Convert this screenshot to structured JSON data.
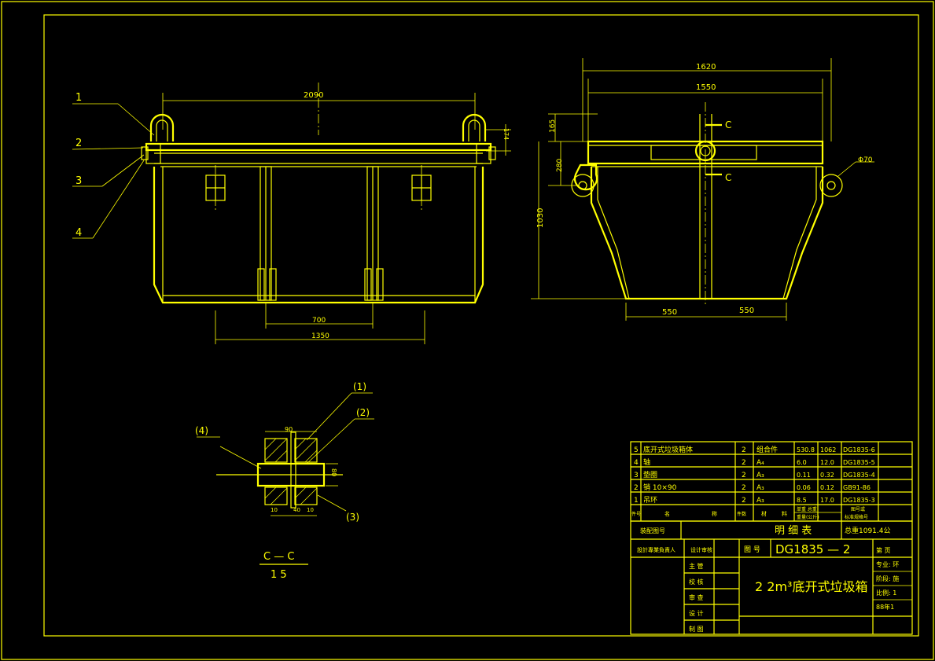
{
  "drawing": {
    "dims": {
      "front_width": "2090",
      "front_700": "700",
      "front_1350": "1350",
      "front_174": "174",
      "side_1620": "1620",
      "side_1550": "1550",
      "side_165": "165",
      "side_280": "280",
      "side_1030": "1030",
      "side_550_left": "550",
      "side_550_right": "550",
      "side_phi": "Φ70",
      "detail_90": "90",
      "detail_80": "80",
      "detail_10_1": "10",
      "detail_40": "40",
      "detail_10_2": "10"
    },
    "callouts": {
      "c1": "1",
      "c2": "2",
      "c3": "3",
      "c4": "4"
    },
    "detail_callouts": {
      "d1": "(1)",
      "d2": "(2)",
      "d3": "(3)",
      "d4": "(4)"
    },
    "section_marks": {
      "top": "C",
      "bottom": "C"
    },
    "section_title": "C — C",
    "section_scale": "1 5"
  },
  "parts_table": {
    "rows": [
      {
        "no": "5",
        "name": "底开式垃圾箱体",
        "qty": "2",
        "material": "组合件",
        "unit_wt": "530.8",
        "total_wt": "1062",
        "code": "DG1835-6"
      },
      {
        "no": "4",
        "name": "轴",
        "qty": "2",
        "material": "A₄",
        "unit_wt": "6.0",
        "total_wt": "12.0",
        "code": "DG1835-5"
      },
      {
        "no": "3",
        "name": "垫圈",
        "qty": "2",
        "material": "A₃",
        "unit_wt": "0.11",
        "total_wt": "0.32",
        "code": "DG1835-4"
      },
      {
        "no": "2",
        "name": "销 10×90",
        "qty": "2",
        "material": "A₃",
        "unit_wt": "0.06",
        "total_wt": "0.12",
        "code": "GB91-86"
      },
      {
        "no": "1",
        "name": "吊环",
        "qty": "2",
        "material": "A₃",
        "unit_wt": "8.5",
        "total_wt": "17.0",
        "code": "DG1835-3"
      }
    ],
    "header": {
      "no": "件号",
      "name": "名",
      "name2": "称",
      "qty": "件数",
      "material": "材",
      "material2": "料",
      "weight": "单重 总重",
      "weight_sub": "重量(公斤)",
      "code": "图号或",
      "code2": "标准规格号"
    }
  },
  "title_block": {
    "detail_table_label": "装配图号",
    "list_title": "明 细 表",
    "total_weight": "总重1091.4公",
    "designer_row": "設計專業負責人",
    "left_labels": [
      "主   管",
      "校   核",
      "审   查",
      "设   计",
      "制   图"
    ],
    "drawing_no_label": "图 号",
    "drawing_no": "DG1835 — 2",
    "drawing_title": "2 2m³底开式垃圾箱",
    "right_labels": [
      "第 页",
      "专业: 环",
      "阶段: 施",
      "比例: 1",
      "88年1"
    ],
    "approval": "设计审核"
  }
}
